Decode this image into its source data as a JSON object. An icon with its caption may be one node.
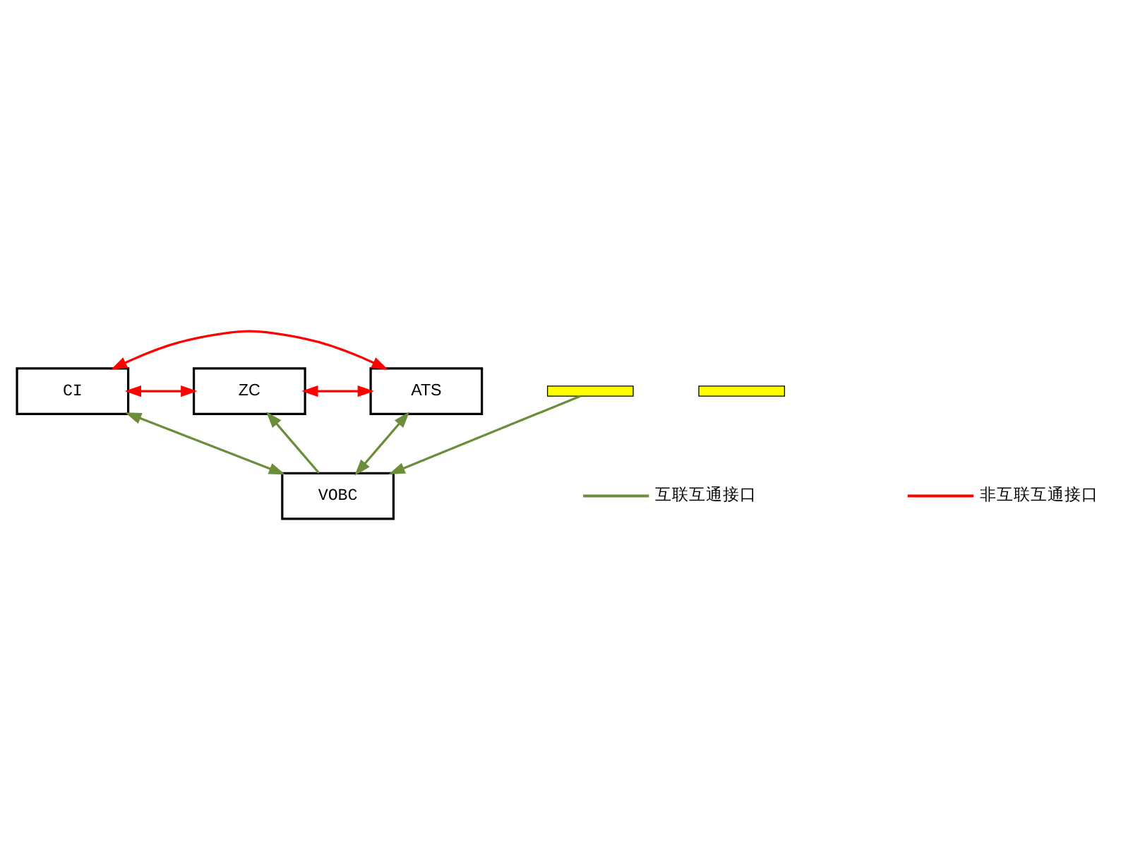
{
  "diagram": {
    "nodes": [
      {
        "text": [
          "CI"
        ]
      },
      {
        "text": [
          "ZC"
        ]
      },
      {
        "text": [
          "ATS"
        ]
      },
      {
        "text": [
          "VOBC"
        ]
      },
      {
        "text": [],
        "shape": "bar"
      },
      {
        "text": [],
        "shape": "bar"
      }
    ],
    "edges": [
      {
        "from": 0,
        "to": 2,
        "arrow": "both",
        "color": "#ff0000"
      },
      {
        "from": 0,
        "to": 1,
        "arrow": "both",
        "color": "#ff0000"
      },
      {
        "from": 1,
        "to": 2,
        "arrow": "both",
        "color": "#ff0000"
      },
      {
        "from": 0,
        "to": 3,
        "arrow": "both"
      },
      {
        "from": 3,
        "to": 1,
        "arrow": "to"
      },
      {
        "from": 2,
        "to": 3,
        "arrow": "both"
      },
      {
        "from": 4,
        "to": 3,
        "arrow": "to"
      }
    ],
    "legend": [
      {
        "text": "互联互通接口"
      },
      {
        "text": "非互联互通接口"
      }
    ]
  }
}
